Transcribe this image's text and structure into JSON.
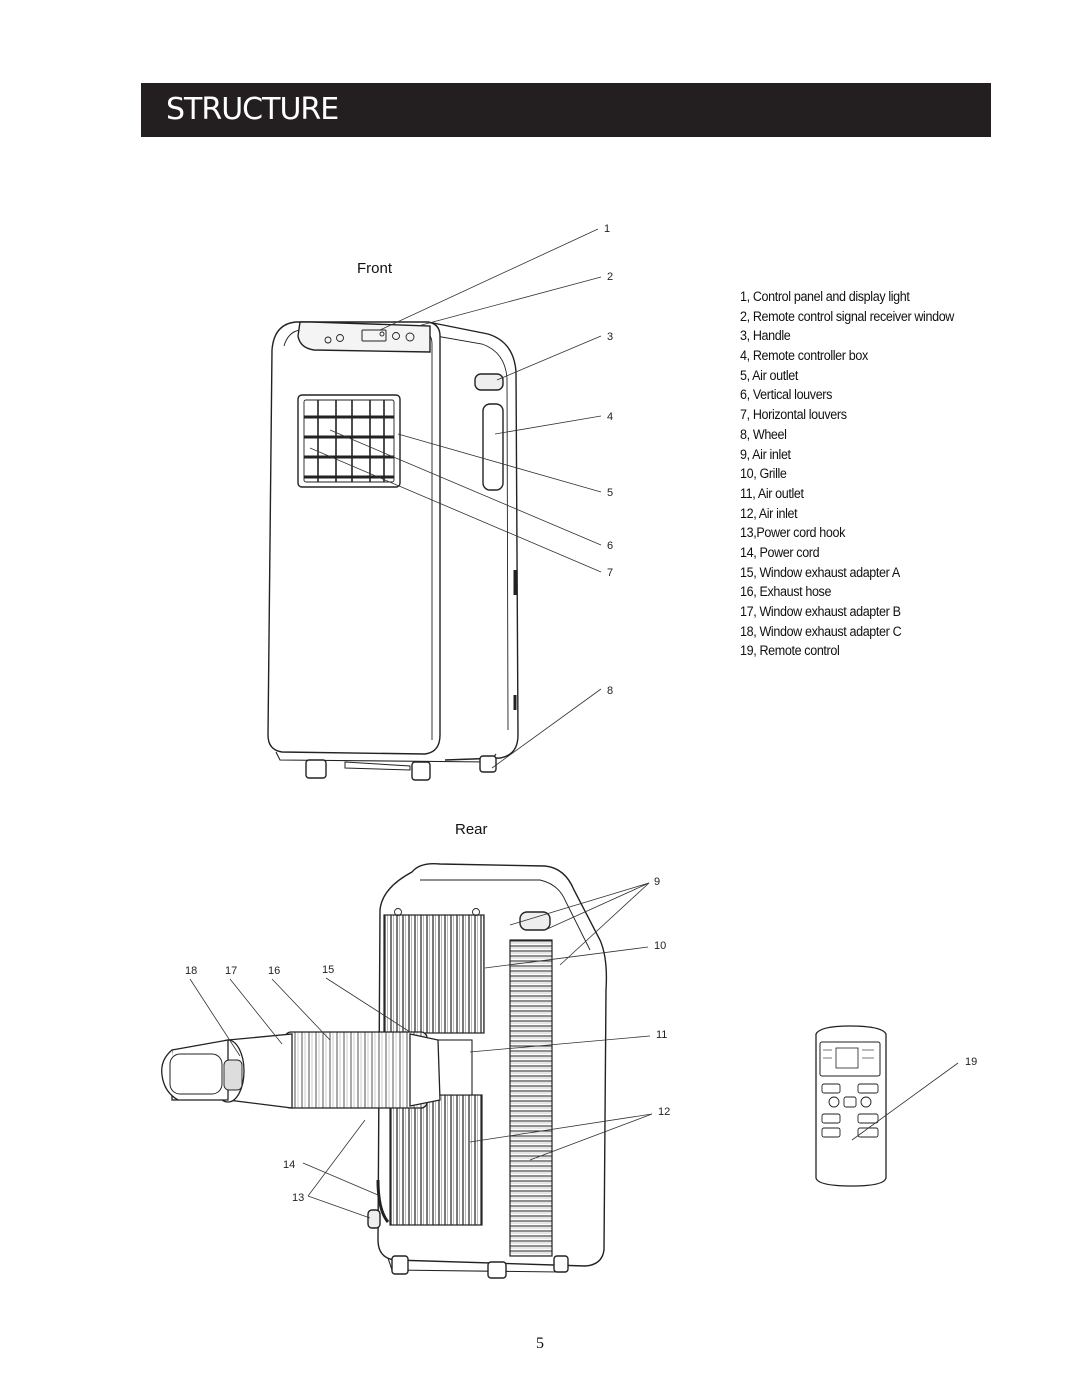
{
  "header": {
    "title": "STRUCTURE"
  },
  "views": {
    "front": "Front",
    "rear": "Rear"
  },
  "callouts": {
    "front": [
      "1",
      "2",
      "3",
      "4",
      "5",
      "6",
      "7",
      "8"
    ],
    "rear": [
      "9",
      "10",
      "11",
      "12"
    ],
    "hose": [
      "18",
      "17",
      "16",
      "15",
      "14",
      "13"
    ],
    "remote": "19"
  },
  "parts": [
    "1, Control panel and display light",
    "2, Remote control signal receiver window",
    "3, Handle",
    "4, Remote controller box",
    "5,  Air outlet",
    "6, Vertical louvers",
    "7, Horizontal louvers",
    "8, Wheel",
    "9, Air inlet",
    "10, Grille",
    "11, Air outlet",
    "12, Air inlet",
    "13,Power  cord   hook",
    "14, Power cord",
    "15, Window exhaust adapter A",
    "16, Exhaust hose",
    "17, Window exhaust adapter  B",
    "18, Window exhaust adapter   C",
    "19, Remote control"
  ],
  "footer": {
    "page_number": "5"
  }
}
